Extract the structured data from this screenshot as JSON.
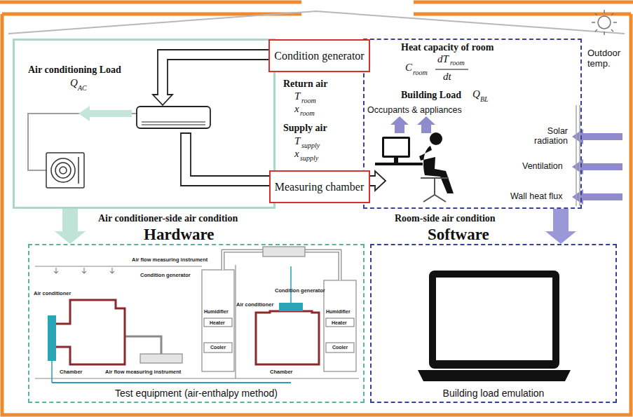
{
  "diagram": {
    "nodes": [
      {
        "text": [
          "Air conditioner-side air condition"
        ]
      },
      {
        "text": [
          "Room-side air condition"
        ]
      },
      {
        "text": [
          "Condition generator"
        ]
      },
      {
        "text": [
          "Measuring chamber"
        ]
      },
      {
        "text": [
          "Hardware",
          "Test equipment (air-enthalpy method)"
        ]
      },
      {
        "text": [
          "Software",
          "Building load emulation"
        ]
      }
    ],
    "edges": [
      {
        "from": 0,
        "to": 4,
        "arrow": "to"
      },
      {
        "from": 1,
        "to": 5,
        "arrow": "to"
      }
    ],
    "labels": [
      "Outdoor temp.",
      "Heat capacity of room",
      "C",
      "room",
      "dT",
      "room",
      "dt",
      "Air conditioning Load",
      "Q",
      "AC",
      "Return air",
      "T",
      "room",
      "x",
      "room",
      "Supply air",
      "T",
      "supply",
      "x",
      "supply",
      "Building Load",
      "Q",
      "BL",
      "Occupants & appliances",
      "Solar radiation",
      "Ventilation",
      "Wall heat flux",
      "Air flow measuring instrument",
      "Condition generator",
      "Humidifier",
      "Heater",
      "Cooler",
      "Air conditioner",
      "Condition generator",
      "Humidifier",
      "Heater",
      "Cooler",
      "Air conditioner",
      "Chamber",
      "Air flow measuring instrument",
      "Chamber"
    ]
  }
}
